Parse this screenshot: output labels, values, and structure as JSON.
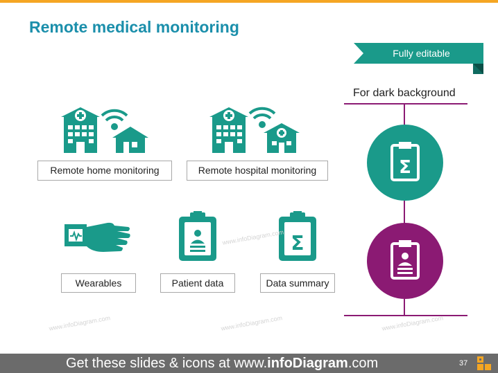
{
  "slide": {
    "title": "Remote medical monitoring",
    "ribbon": {
      "text": "Fully editable"
    },
    "dark_label": "For dark background",
    "labels": {
      "remote_home": "Remote home monitoring",
      "remote_hospital": "Remote hospital monitoring",
      "wearables": "Wearables",
      "patient_data": "Patient data",
      "data_summary": "Data summary"
    },
    "watermark": "www.infoDiagram.com",
    "footer": {
      "prefix": "Get these slides & icons at www.",
      "brand": "infoDiagram",
      "suffix": ".com",
      "page_number": "37"
    },
    "colors": {
      "accent_teal": "#1a9a8a",
      "title_blue": "#1b8fab",
      "purple": "#8b1a73",
      "footer_gray": "#6b6b6b",
      "top_bar": "#f5a623",
      "logo_orange": "#f5a623"
    },
    "icons": [
      "hospital-icon",
      "wifi-icon",
      "house-icon",
      "wearable-hand-icon",
      "patient-data-clipboard-icon",
      "data-summary-clipboard-icon",
      "logo-icon"
    ]
  }
}
